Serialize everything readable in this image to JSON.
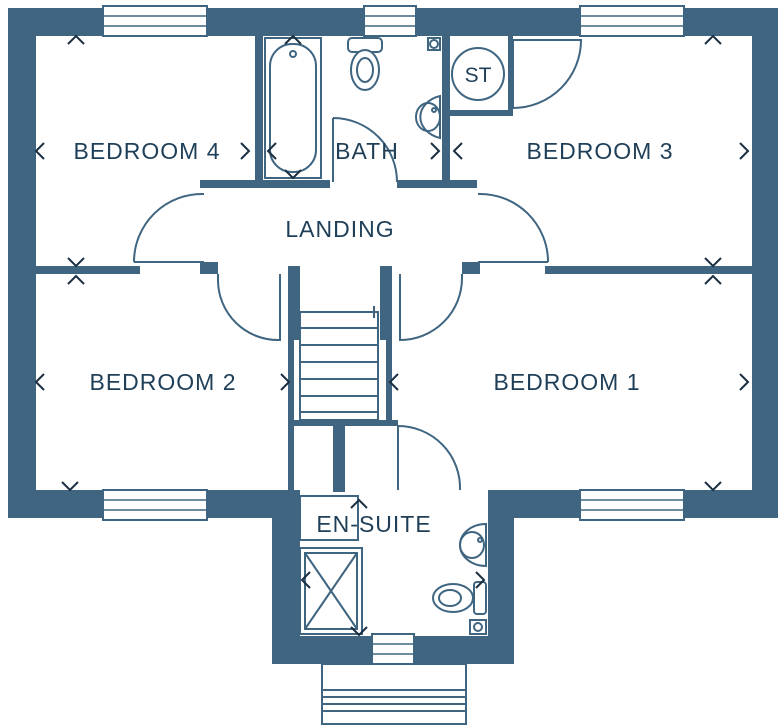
{
  "colors": {
    "wall": "#3f6580",
    "text": "#1f3f58",
    "arrow": "#1a2f42"
  },
  "rooms": {
    "bedroom_4": "BEDROOM 4",
    "bath": "BATH",
    "bedroom_3": "BEDROOM 3",
    "landing": "LANDING",
    "bedroom_2": "BEDROOM 2",
    "bedroom_1": "BEDROOM 1",
    "en_suite": "EN-SUITE"
  },
  "fixtures": {
    "storage": "ST"
  }
}
